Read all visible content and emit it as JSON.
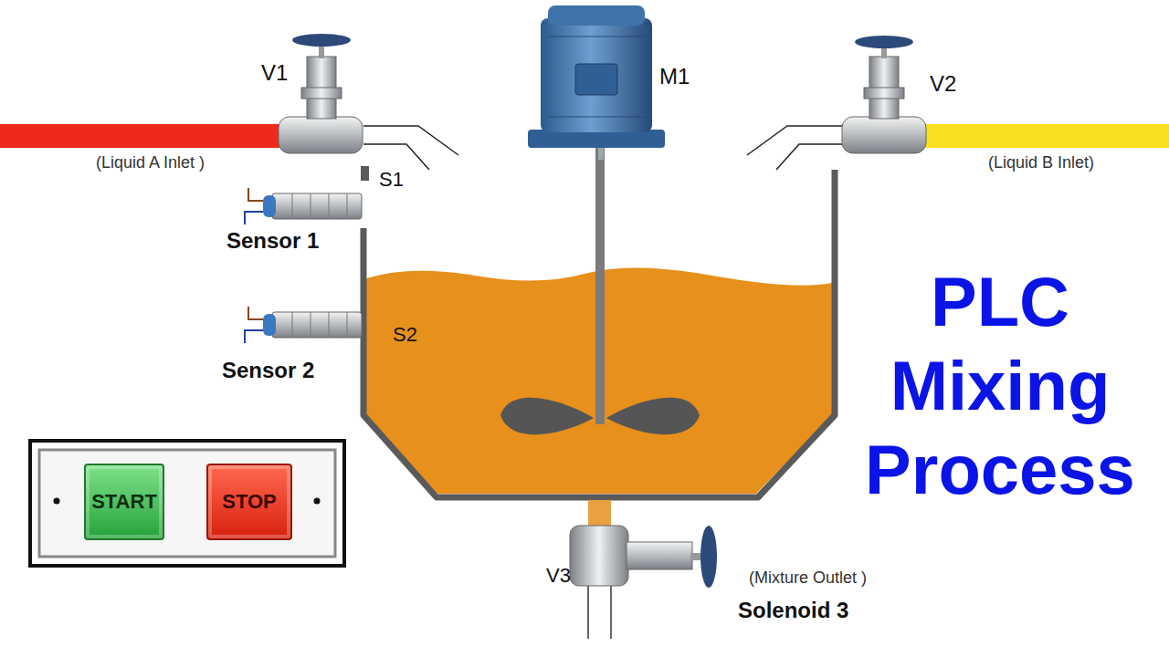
{
  "diagram": {
    "title": "PLC Mixing Process",
    "nodes": [
      {
        "text": [
          "START"
        ]
      },
      {
        "text": [
          "STOP"
        ]
      }
    ],
    "labels": [
      "V1",
      "(Liquid A Inlet )",
      "S1",
      "Sensor 1",
      "Sensor 2",
      "S2",
      "M1",
      "V2",
      "(Liquid B Inlet)",
      "V3",
      "(Mixture Outlet )",
      "Solenoid 3"
    ]
  }
}
